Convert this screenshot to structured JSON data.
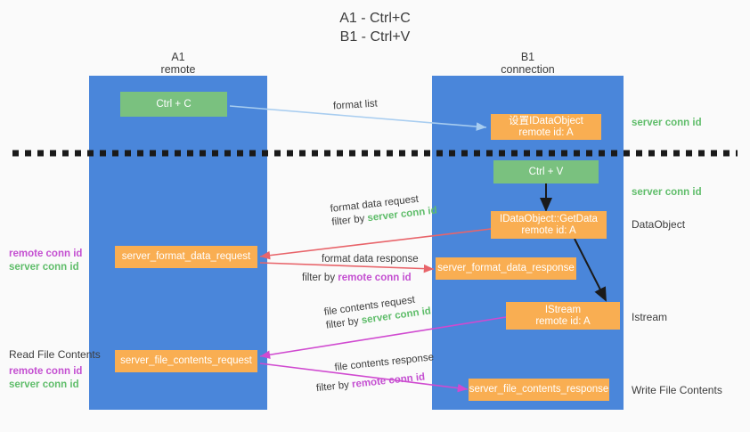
{
  "title": {
    "line1": "A1 - Ctrl+C",
    "line2": "B1 - Ctrl+V"
  },
  "colors": {
    "lane": "#4a86da",
    "green_box": "#7ac17f",
    "orange_box": "#f9ae52",
    "green_text": "#5fbd6a",
    "purple_text": "#c44fd1",
    "blue_arrow": "#a8cdf0",
    "red_arrow": "#e8646a",
    "magenta_arrow": "#d04ad0",
    "black_arrow": "#1a1a1a",
    "background": "#fafafa"
  },
  "lanes": [
    {
      "id": "a1",
      "name": "A1",
      "sub": "remote"
    },
    {
      "id": "b1",
      "name": "B1",
      "sub": "connection"
    }
  ],
  "nodes": [
    {
      "id": "ctrl-c",
      "kind": "green",
      "line1": "Ctrl + C",
      "line2": ""
    },
    {
      "id": "set-idataobject",
      "kind": "orange",
      "line1": "设置IDataObject",
      "line2": "remote id: A"
    },
    {
      "id": "ctrl-v",
      "kind": "green",
      "line1": "Ctrl + V",
      "line2": ""
    },
    {
      "id": "idataobject-getdata",
      "kind": "orange",
      "line1": "IDataObject::GetData",
      "line2": "remote id: A"
    },
    {
      "id": "server-format-data-request",
      "kind": "orange",
      "line1": "server_format_data_request",
      "line2": ""
    },
    {
      "id": "server-format-data-response",
      "kind": "orange",
      "line1": "server_format_data_response",
      "line2": ""
    },
    {
      "id": "istream",
      "kind": "orange",
      "line1": "IStream",
      "line2": "remote id: A"
    },
    {
      "id": "server-file-contents-request",
      "kind": "orange",
      "line1": "server_file_contents_request",
      "line2": ""
    },
    {
      "id": "server-file-contents-response",
      "kind": "orange",
      "line1": "server_file_contents_response",
      "line2": ""
    }
  ],
  "edge_labels": {
    "format_list": "format list",
    "format_data_request": "format data request",
    "format_data_request_filter_prefix": "filter by ",
    "format_data_request_filter_value": "server conn id",
    "format_data_response": "format data response",
    "format_data_response_filter_prefix": "filter by ",
    "format_data_response_filter_value": "remote conn id",
    "file_contents_request": "file contents request",
    "file_contents_request_filter_prefix": "filter by ",
    "file_contents_request_filter_value": "server conn id",
    "file_contents_response": "file contents response",
    "file_contents_response_filter_prefix": "filter by ",
    "file_contents_response_filter_value": "remote conn id"
  },
  "right_labels": {
    "server_conn_id_top": "server conn id",
    "server_conn_id_mid": "server conn id",
    "dataobject": "DataObject",
    "istream": "Istream",
    "write_file_contents": "Write File Contents"
  },
  "left_labels": {
    "remote_conn_id_1": "remote conn id",
    "server_conn_id_1": "server conn id",
    "read_file_contents": "Read File Contents",
    "remote_conn_id_2": "remote conn id",
    "server_conn_id_2": "server conn id"
  }
}
